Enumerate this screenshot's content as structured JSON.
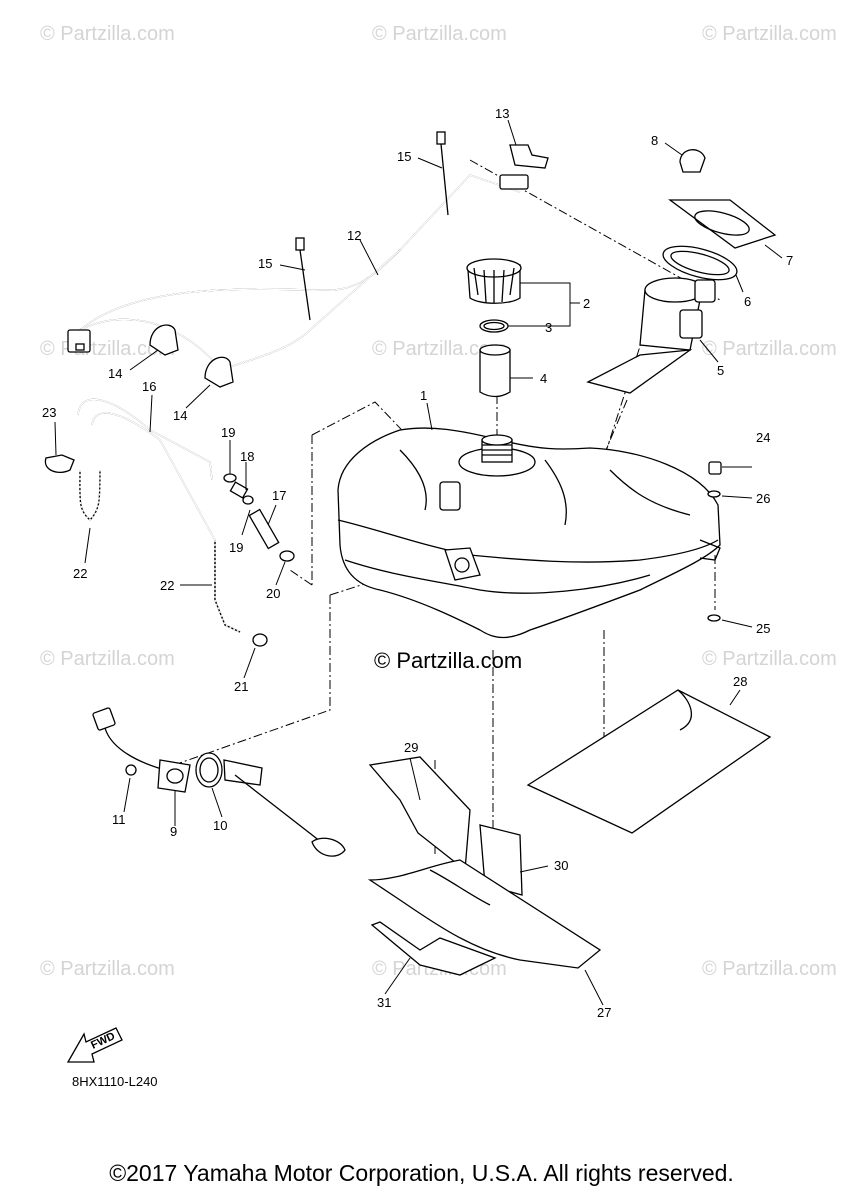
{
  "watermarks": {
    "tile_text": "© Partzilla.com",
    "main_text": "© Partzilla.com"
  },
  "callouts": {
    "c1": "1",
    "c2": "2",
    "c3": "3",
    "c4": "4",
    "c5": "5",
    "c6": "6",
    "c7": "7",
    "c8": "8",
    "c9": "9",
    "c10": "10",
    "c11": "11",
    "c12": "12",
    "c13": "13",
    "c14a": "14",
    "c14b": "14",
    "c15a": "15",
    "c15b": "15",
    "c16": "16",
    "c17": "17",
    "c18": "18",
    "c19a": "19",
    "c19b": "19",
    "c20": "20",
    "c21": "21",
    "c22a": "22",
    "c22b": "22",
    "c23": "23",
    "c24": "24",
    "c25": "25",
    "c26": "26",
    "c27": "27",
    "c28": "28",
    "c29": "29",
    "c30": "30",
    "c31": "31"
  },
  "fwd_label": "FWD",
  "drawing_code": "8HX1110-L240",
  "copyright": "©2017 Yamaha Motor Corporation, U.S.A. All rights reserved."
}
